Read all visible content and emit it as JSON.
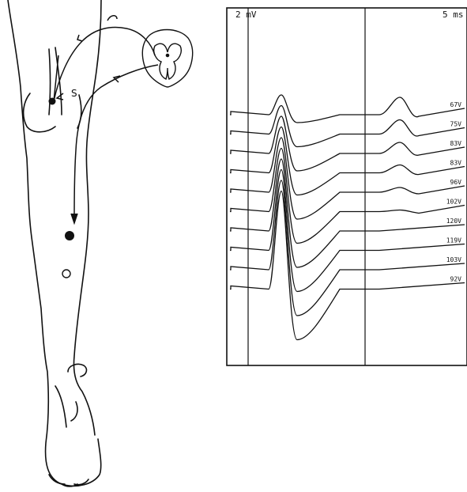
{
  "figure": {
    "left_panel": {
      "stimulation_site_label": "S"
    },
    "right_panel": {
      "gain_label": "2 mV",
      "sweep_label": "5 ms",
      "traces": [
        {
          "stimulus": "67V"
        },
        {
          "stimulus": "75V"
        },
        {
          "stimulus": "83V"
        },
        {
          "stimulus": "83V"
        },
        {
          "stimulus": "96V"
        },
        {
          "stimulus": "102V"
        },
        {
          "stimulus": "120V"
        },
        {
          "stimulus": "119V"
        },
        {
          "stimulus": "103V"
        },
        {
          "stimulus": "92V"
        }
      ]
    }
  }
}
